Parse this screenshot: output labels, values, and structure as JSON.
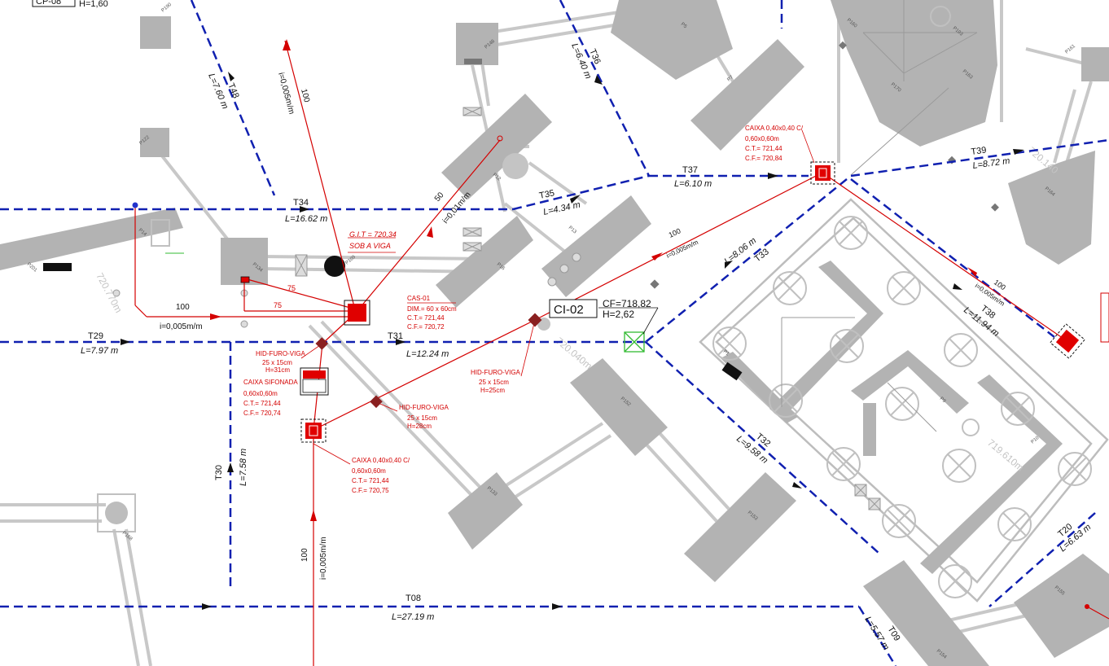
{
  "colors": {
    "pipe_blue": "#1020b0",
    "sanitary_red": "#d40000",
    "structure_gray": "#b3b3b3",
    "beam_gray": "#c8c8c8",
    "inspection_green": "#33bb33"
  },
  "top_left": {
    "box_text": "CP-08",
    "height_text": "H=1,60"
  },
  "segments": [
    {
      "id": "T48",
      "length": "L=7.60 m"
    },
    {
      "id": "T34",
      "length": "L=16.62 m"
    },
    {
      "id": "T35",
      "length": "L=4.34 m"
    },
    {
      "id": "T36",
      "length": "L=6.40 m"
    },
    {
      "id": "T37",
      "length": "L=6.10 m"
    },
    {
      "id": "T39",
      "length": "L=8.72 m"
    },
    {
      "id": "T33",
      "length": "L=8.06 m"
    },
    {
      "id": "T38",
      "length": "L=11.94 m"
    },
    {
      "id": "T29",
      "length": "L=7.97 m"
    },
    {
      "id": "T31",
      "length": "L=12.24 m"
    },
    {
      "id": "T30",
      "length": "L=7.58 m"
    },
    {
      "id": "T32",
      "length": "L=9.58 m"
    },
    {
      "id": "T08",
      "length": "L=27.19 m"
    },
    {
      "id": "T20",
      "length": "L=6.63 m"
    },
    {
      "id": "T09",
      "length": "L=5.57 m"
    }
  ],
  "pipes": {
    "diameter_100": "100",
    "diameter_75": "75",
    "diameter_50": "50",
    "slope": "i=0,005m/m",
    "slope_50": "i=0,01m/m",
    "slope_inline": "i=0,005m/m"
  },
  "annotations": {
    "git": {
      "line1": "G.I.T = 720,34",
      "line2": "SOB A VIGA"
    },
    "cas01": {
      "line1": "CAS-01",
      "line2": "DIM.= 60 x 60cm",
      "line3": "C.T.= 721,44",
      "line4": "C.F.= 720,72"
    },
    "caixa_top": {
      "line1": "CAIXA 0,40x0,40 C/",
      "line2": "0,60x0,60m",
      "line3": "C.T.= 721,44",
      "line4": "C.F.= 720,84"
    },
    "caixa_sifonada": {
      "line1": "CAIXA SIFONADA",
      "line2": "0,60x0,60m",
      "line3": "C.T.= 721,44",
      "line4": "C.F.= 720,74"
    },
    "caixa_bottom": {
      "line1": "CAIXA 0,40x0,40 C/",
      "line2": "0,60x0,60m",
      "line3": "C.T.= 721,44",
      "line4": "C.F.= 720,75"
    },
    "hid_a": {
      "line1": "HID-FURO-VIGA",
      "line2": "25 x 15cm",
      "line3": "H=31cm"
    },
    "hid_b": {
      "line1": "HID-FURO-VIGA",
      "line2": "25 x 15cm",
      "line3": "H=25cm"
    },
    "hid_c": {
      "line1": "HID-FURO-VIGA",
      "line2": "25 x 15cm",
      "line3": "H=28cm"
    }
  },
  "ci02": {
    "label": "CI-02",
    "cf": "CF=718,82",
    "h": "H=2,62"
  },
  "elevations": {
    "e1": "720.770m",
    "e2": "720.140",
    "e3": "720.040m",
    "e4": "719.610m"
  },
  "pillars": {
    "p5": "P5",
    "p7": "P7",
    "p12": "P12",
    "p13": "P13",
    "p16": "P16",
    "p1": "P1",
    "p9": "P9",
    "p10": "P10",
    "p14": "P14",
    "p109": "P109",
    "p122": "P122",
    "p134": "P134",
    "p148": "P148",
    "p152": "P152",
    "p153": "P153",
    "p133": "P133",
    "p160": "P160",
    "p163": "P163",
    "p164": "P164",
    "p161": "P161",
    "p170": "P170",
    "p168": "P168",
    "p201": "P201",
    "p154": "P154",
    "p155": "P155",
    "p190": "P190",
    "p180": "P180",
    "p193": "P193"
  }
}
